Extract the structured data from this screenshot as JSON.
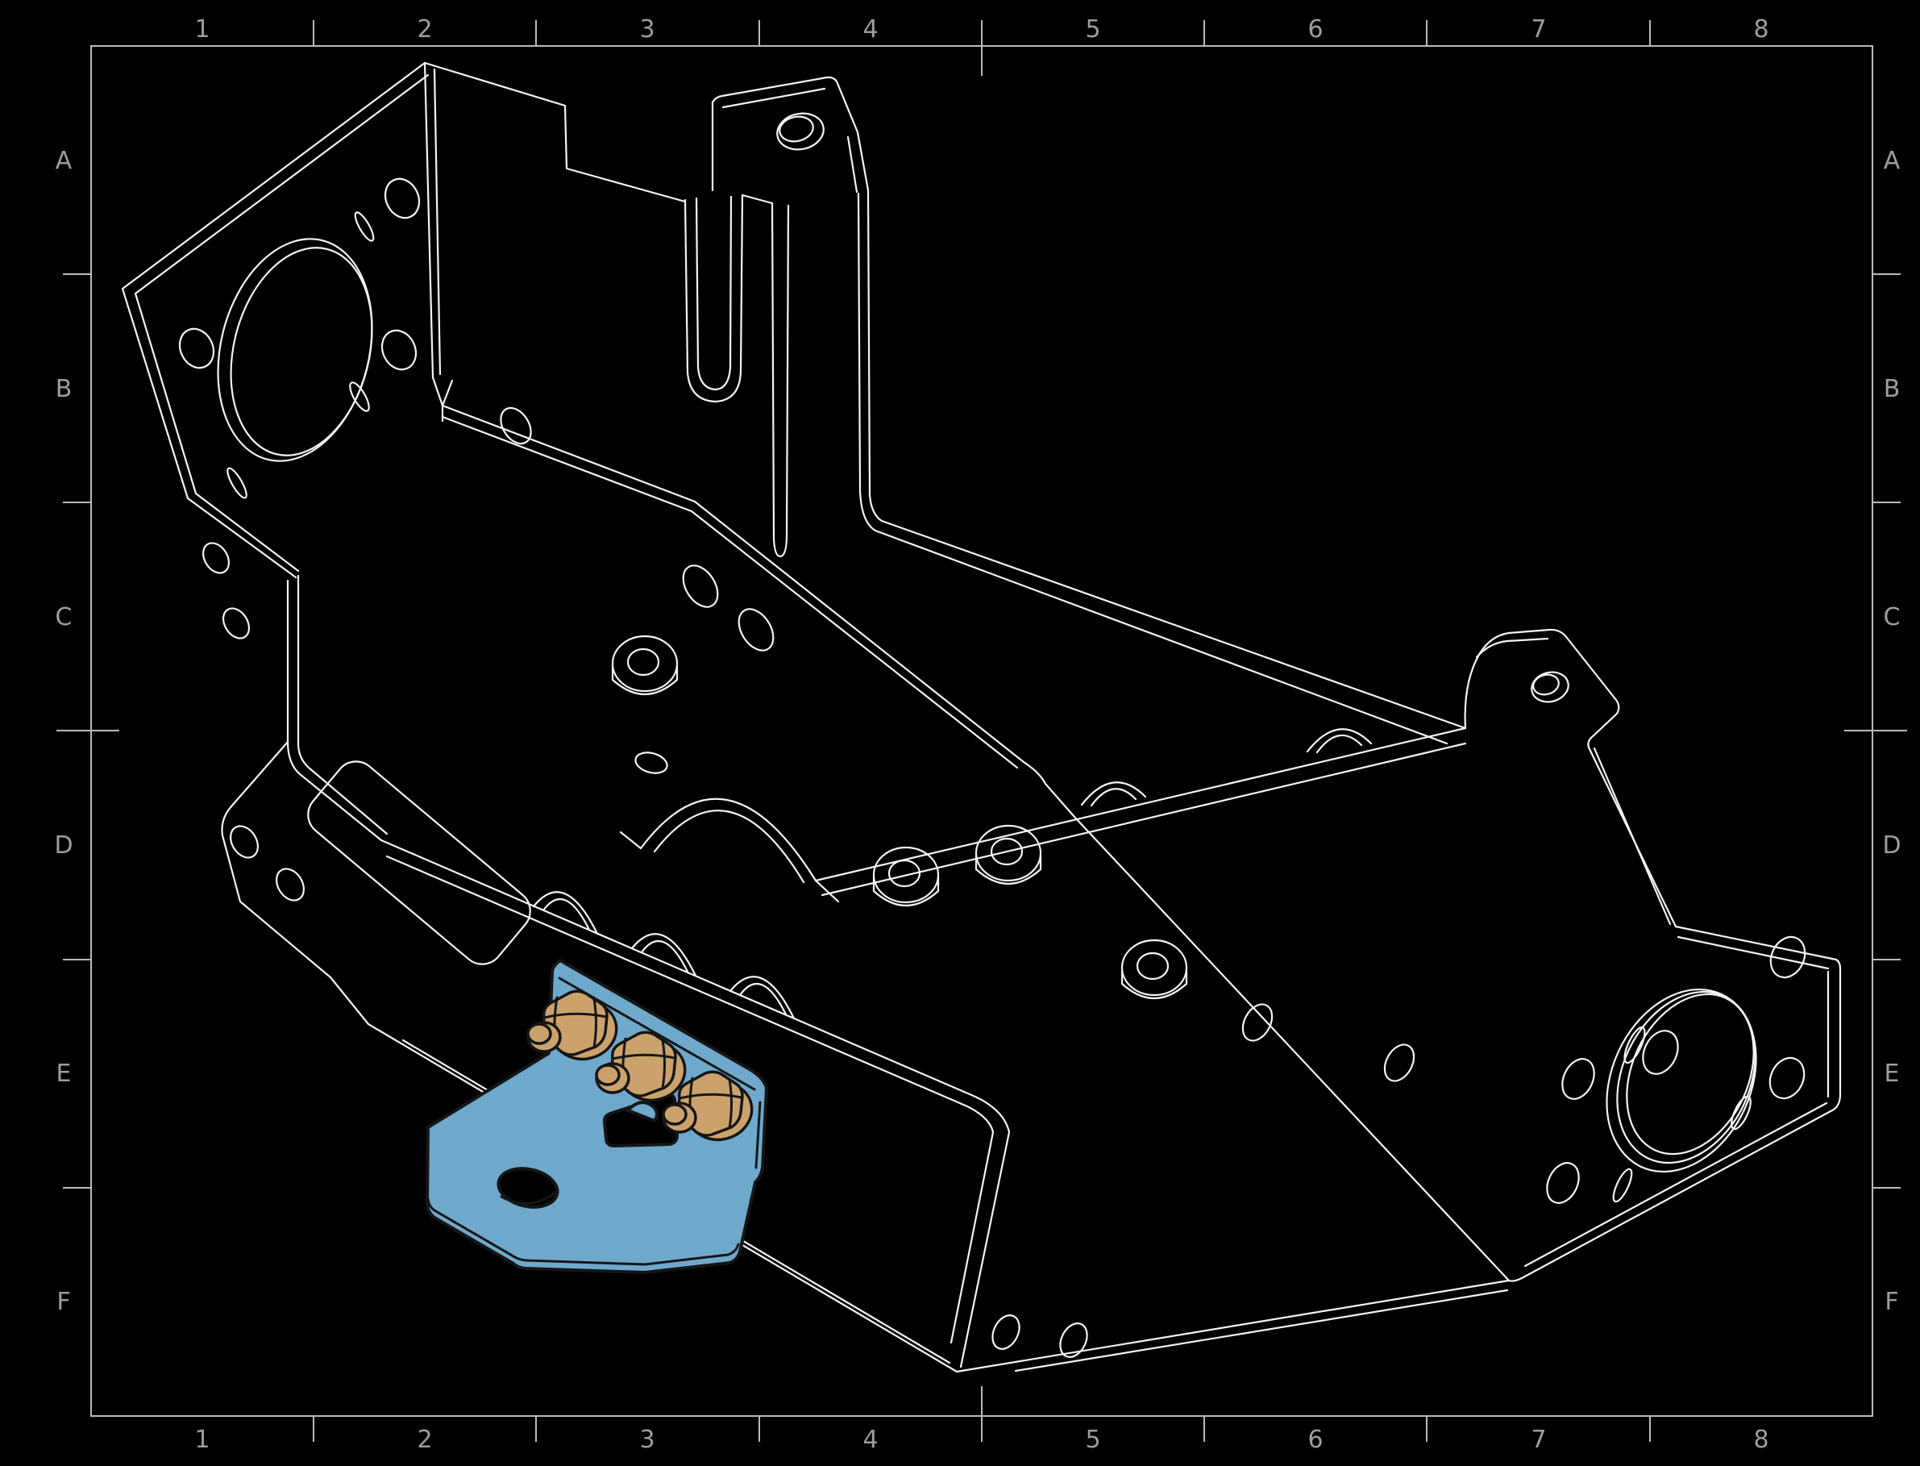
{
  "page": {
    "background": "#000000"
  },
  "sheet": {
    "border_color": "#bababa",
    "label_color": "#9d9d9d",
    "zone_columns": [
      "1",
      "2",
      "3",
      "4",
      "5",
      "6",
      "7",
      "8"
    ],
    "zone_rows": [
      "A",
      "B",
      "C",
      "D",
      "E",
      "F"
    ]
  },
  "drawing": {
    "line_color": "#f4f4f4",
    "style": "isometric wireframe, sheet-metal chassis"
  },
  "highlight": {
    "component": "angle-bracket",
    "fill_color": "#6EA9CC",
    "edge_color": "#161616",
    "bolts": {
      "shape": "hex",
      "count": 3,
      "fill_color": "#CBA26C"
    }
  }
}
